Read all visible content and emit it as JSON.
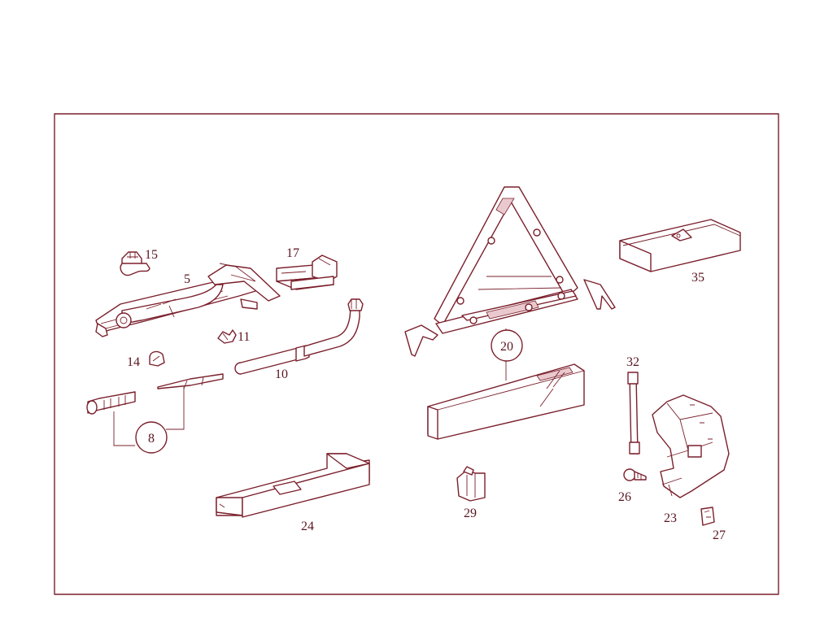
{
  "colors": {
    "line": "#7a1f2b",
    "text": "#5a1520",
    "background": "#ffffff"
  },
  "labels": {
    "p15": "15",
    "p5": "5",
    "p17": "17",
    "p11": "11",
    "p14": "14",
    "p10": "10",
    "p8": "8",
    "p24": "24",
    "p20": "20",
    "p29": "29",
    "p35": "35",
    "p32": "32",
    "p26": "26",
    "p23": "23",
    "p27": "27"
  }
}
